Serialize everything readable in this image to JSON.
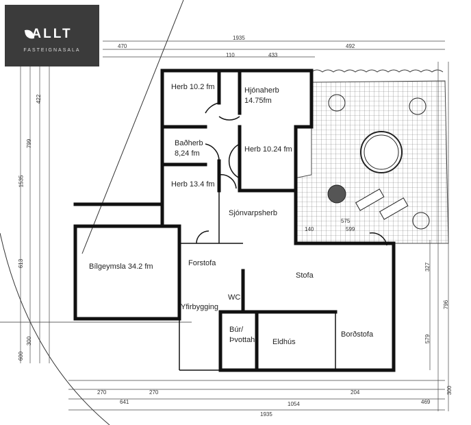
{
  "logo": {
    "brand": "ALLT",
    "subtitle": "FASTEIGNASALA"
  },
  "rooms": {
    "herb1": "Herb 10.2 fm",
    "hjonaherb_line1": "Hjónaherb",
    "hjonaherb_line2": "14.75fm",
    "badherb_line1": "Baðherb",
    "badherb_line2": "8,24 fm",
    "herb2": "Herb 10.24 fm",
    "herb3": "Herb 13.4 fm",
    "sjonvarpsherb": "Sjónvarpsherb",
    "bilgeymsla": "Bílgeymsla 34.2 fm",
    "forstofa": "Forstofa",
    "stofa": "Stofa",
    "wc": "WC",
    "yfirbygging": "Yfirbygging",
    "bur_line1": "Búr/",
    "bur_line2": "Þvottah",
    "eldhus": "Eldhús",
    "bordstofa": "Borðstofa"
  },
  "dimensions": {
    "top_total": "1935",
    "top_a": "470",
    "top_b": "492",
    "top_c": "433",
    "bottom_total": "1935",
    "bottom_a": "1054",
    "bottom_b": "641",
    "bottom_c": "469",
    "bottom_d": "270",
    "bottom_e": "270",
    "left_total": "1535",
    "left_a": "422",
    "left_b": "613",
    "left_c": "799",
    "left_d": "600",
    "left_e": "300",
    "right_a": "796",
    "right_b": "579",
    "right_c": "327",
    "right_d": "300",
    "terrace_a": "575",
    "terrace_b": "599",
    "misc_a": "140",
    "misc_b": "110",
    "misc_c": "204"
  }
}
